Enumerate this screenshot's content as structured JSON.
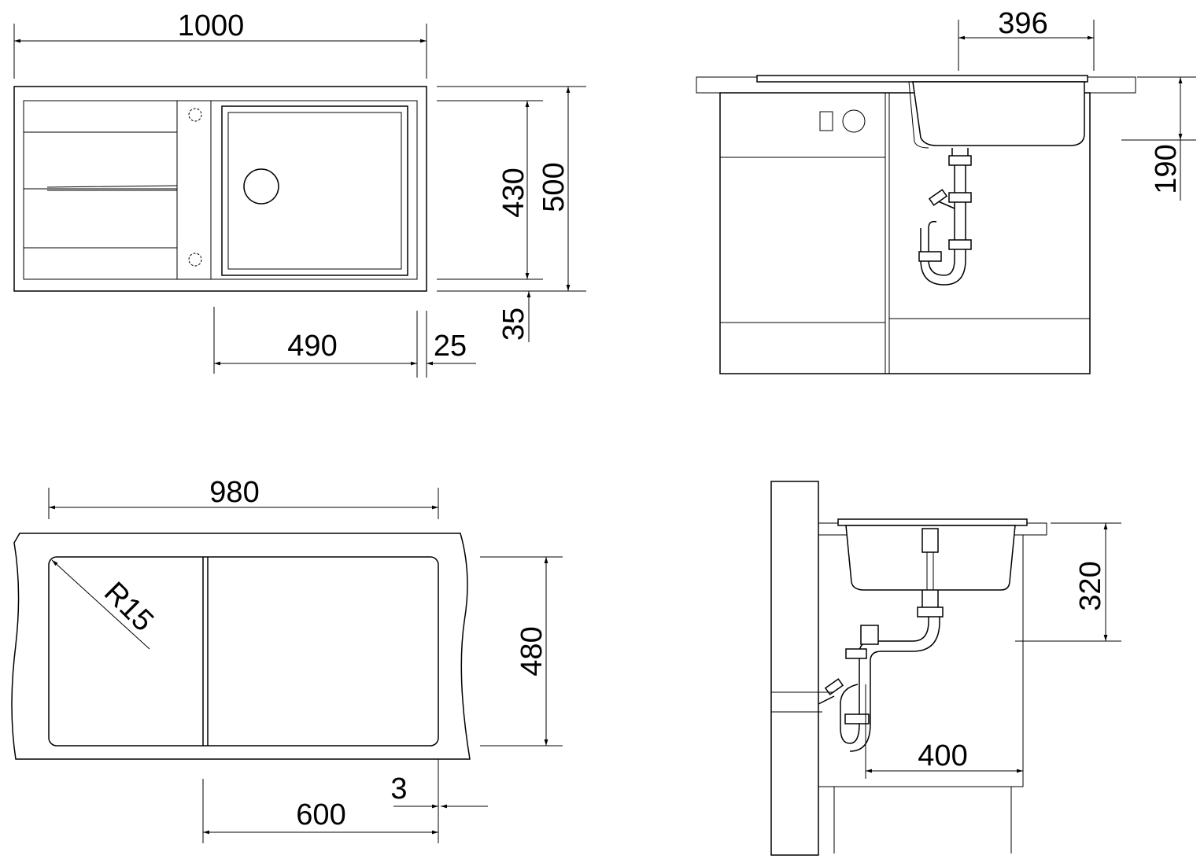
{
  "dimensions": {
    "top_view": {
      "width": "1000",
      "bowl_depth": "430",
      "depth": "500",
      "front_margin": "35",
      "bowl_width": "490",
      "edge": "25"
    },
    "side_view": {
      "bowl_offset": "396",
      "height": "190"
    },
    "cutout": {
      "width": "980",
      "radius": "R15",
      "depth": "480",
      "overlap": "3",
      "bowl_position": "600"
    },
    "section_view": {
      "height": "320",
      "depth": "400"
    }
  }
}
